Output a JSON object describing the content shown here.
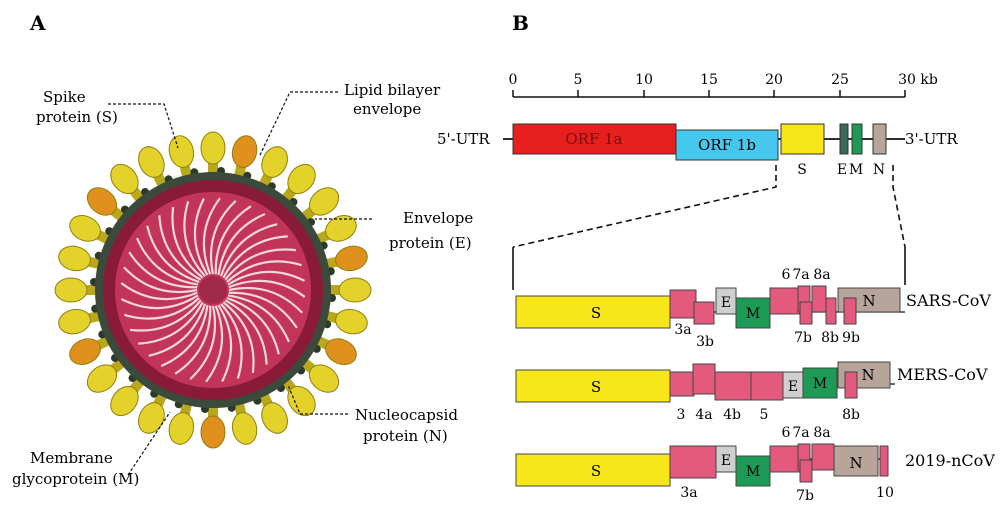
{
  "panel_a": {
    "label": "A",
    "callouts": {
      "spike": [
        "Spike",
        "protein (S)"
      ],
      "lipid": [
        "Lipid bilayer",
        "envelope"
      ],
      "envelope": [
        "Envelope",
        "protein (E)"
      ],
      "nucleocapsid": [
        "Nucleocapsid",
        "protein (N)"
      ],
      "membrane": [
        "Membrane",
        "glycoprotein (M)"
      ]
    },
    "colors": {
      "spike": "#e3d22a",
      "core": "#c2345a",
      "core_dark": "#8a1a3a",
      "ribbon": "#f2d6dc"
    }
  },
  "panel_b": {
    "label": "B",
    "scale": {
      "ticks": [
        "0",
        "5",
        "10",
        "15",
        "20",
        "25"
      ],
      "last_tick": "30 kb"
    },
    "genome": {
      "utr5": "5'-UTR",
      "utr3": "3'-UTR",
      "orf1a": "ORF 1a",
      "orf1b": "ORF 1b",
      "s": "S",
      "e": "E",
      "m": "M",
      "n": "N"
    },
    "viruses": [
      {
        "name": "SARS-CoV",
        "s": "S",
        "e": "E",
        "m": "M",
        "n": "N",
        "top_labels": [
          "6",
          "7a",
          "8a"
        ],
        "bottom_labels": [
          "3a",
          "3b",
          "7b",
          "8b",
          "9b"
        ]
      },
      {
        "name": "MERS-CoV",
        "s": "S",
        "e": "E",
        "m": "M",
        "n": "N",
        "top_labels": [],
        "bottom_labels": [
          "3",
          "4a",
          "4b",
          "5",
          "8b"
        ]
      },
      {
        "name": "2019-nCoV",
        "s": "S",
        "e": "E",
        "m": "M",
        "n": "N",
        "top_labels": [
          "6",
          "7a",
          "8a"
        ],
        "bottom_labels": [
          "3a",
          "7b",
          "10"
        ]
      }
    ],
    "colors": {
      "orf1a": "#e81f1f",
      "orf1b": "#46c8ee",
      "s": "#f7e619",
      "e": "#cfcfcf",
      "m": "#1d9a55",
      "n": "#b7a49a",
      "accessory": "#e45a7e",
      "genome_e": "#3a6a5a",
      "genome_m": "#1d9a55"
    }
  }
}
